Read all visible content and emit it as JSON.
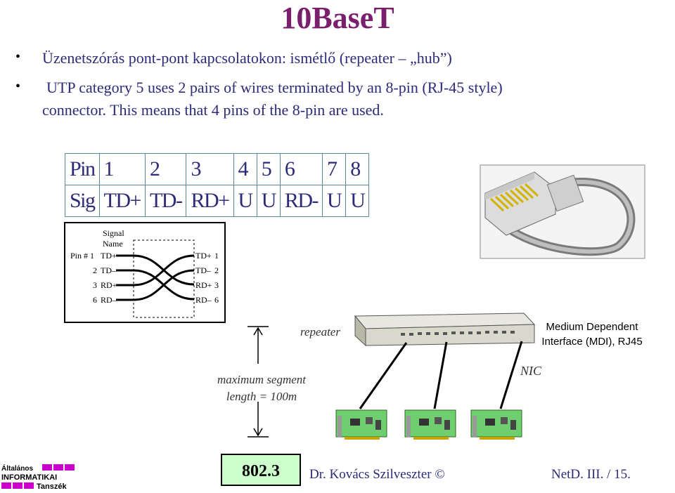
{
  "slide": {
    "title": "10BaseT",
    "bullet1": "Üzenetszórás pont-pont kapcsolatokon: ismétlő (repeater – „hub”)",
    "bullet2": "UTP category 5 uses 2 pairs of wires terminated by an 8-pin (RJ-45 style)",
    "bullet2_cont": "connector. This means that 4 pins of the 8-pin are used.",
    "bullet_char": "•"
  },
  "pin_table": {
    "rows": [
      [
        "Pin",
        "1",
        "2",
        "3",
        "4",
        "5",
        "6",
        "7",
        "8"
      ],
      [
        "Sig",
        "TD+",
        "TD-",
        "RD+",
        "U",
        "U",
        "RD-",
        "U",
        "U"
      ]
    ]
  },
  "wiring_diagram": {
    "header": "Signal Name",
    "header_line1": "Signal",
    "header_line2": "Name",
    "left": [
      {
        "pin": "Pin # 1",
        "sig": "TD+"
      },
      {
        "pin": "2",
        "sig": "TD–"
      },
      {
        "pin": "3",
        "sig": "RD+"
      },
      {
        "pin": "6",
        "sig": "RD–"
      }
    ],
    "right": [
      {
        "sig": "TD+",
        "pin": "1"
      },
      {
        "sig": "TD–",
        "pin": "2"
      },
      {
        "sig": "RD+",
        "pin": "3"
      },
      {
        "sig": "RD–",
        "pin": "6"
      }
    ]
  },
  "network": {
    "repeater_label": "repeater",
    "mdi_label_line1": "Medium Dependent",
    "mdi_label_line2": "Interface (MDI), RJ45",
    "nic_label": "NIC",
    "segment_line1": "maximum segment",
    "segment_line2": "length = 100m"
  },
  "footer": {
    "standard": "802.3",
    "author": "Dr. Kovács Szilveszter ©",
    "page": "NetD. III. / 15.",
    "logo_line1": "Általános",
    "logo_line2": "INFORMATIKAI",
    "logo_line3": "Tanszék"
  },
  "colors": {
    "title": "#7a1f6e",
    "text": "#2b2b7a",
    "table_border": "#5a8a9a",
    "standard_bg": "#ccffcc",
    "logo_magenta": "#cc00cc"
  }
}
